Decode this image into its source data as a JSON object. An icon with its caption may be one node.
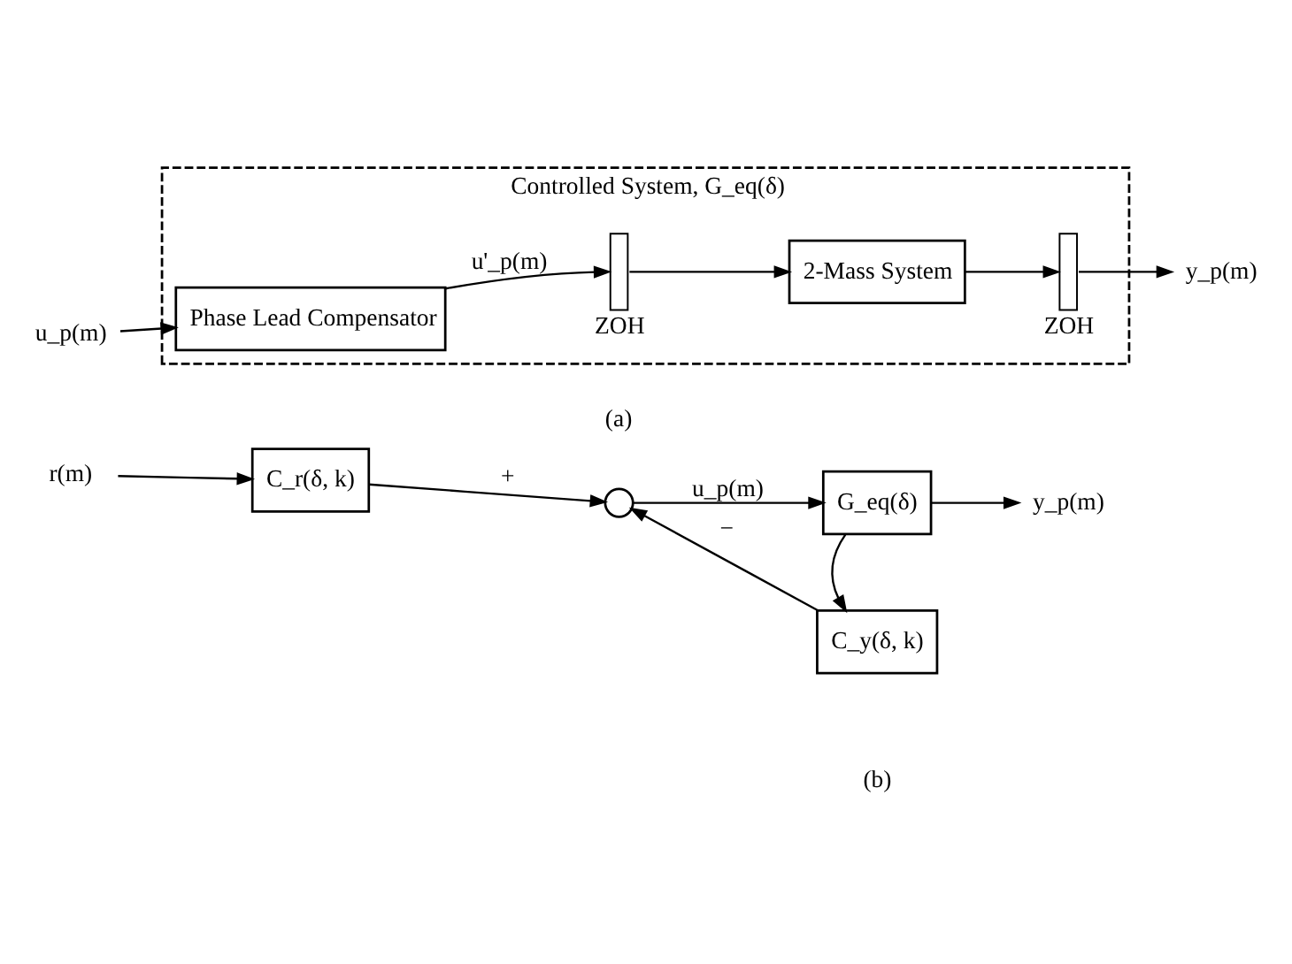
{
  "diagram": {
    "nodes": [
      {
        "text": [
          "Controlled System, G_eq(δ)"
        ]
      },
      {
        "text": [
          "u_p(m)"
        ]
      },
      {
        "text": [
          "Phase Lead Compensator"
        ],
        "in": 0
      },
      {
        "text": [],
        "shape": "bar",
        "beside": [
          "ZOH"
        ],
        "in": 0
      },
      {
        "text": [
          "2-Mass System"
        ],
        "in": 0
      },
      {
        "text": [],
        "shape": "bar",
        "beside": [
          "ZOH"
        ],
        "in": 0
      },
      {
        "text": [
          "y_p(m)"
        ]
      },
      {
        "text": [
          "r(m)"
        ]
      },
      {
        "text": [
          "C_r(δ, k)"
        ]
      },
      {
        "text": [],
        "shape": "circle"
      },
      {
        "text": [
          "G_eq(δ)"
        ]
      },
      {
        "text": [
          "y_p(m)"
        ]
      },
      {
        "text": [
          "C_y(δ, k)"
        ]
      }
    ],
    "edges": [
      {
        "from": 1,
        "to": 2,
        "arrow": "to"
      },
      {
        "from": 2,
        "to": 3,
        "arrow": "to",
        "label": "u'_p(m)"
      },
      {
        "from": 3,
        "to": 4,
        "arrow": "to"
      },
      {
        "from": 4,
        "to": 5,
        "arrow": "to"
      },
      {
        "from": 5,
        "to": 6,
        "arrow": "to"
      },
      {
        "from": 7,
        "to": 8,
        "arrow": "to"
      },
      {
        "from": 8,
        "to": 9,
        "arrow": "to",
        "label": "+"
      },
      {
        "from": 9,
        "to": 10,
        "arrow": "to",
        "label": "u_p(m)"
      },
      {
        "from": 10,
        "to": 11,
        "arrow": "to"
      },
      {
        "from": 10,
        "to": 12,
        "arrow": "to"
      },
      {
        "from": 12,
        "to": 9,
        "arrow": "to",
        "label": "−"
      }
    ],
    "labels": [
      "(a)",
      "(b)"
    ]
  }
}
